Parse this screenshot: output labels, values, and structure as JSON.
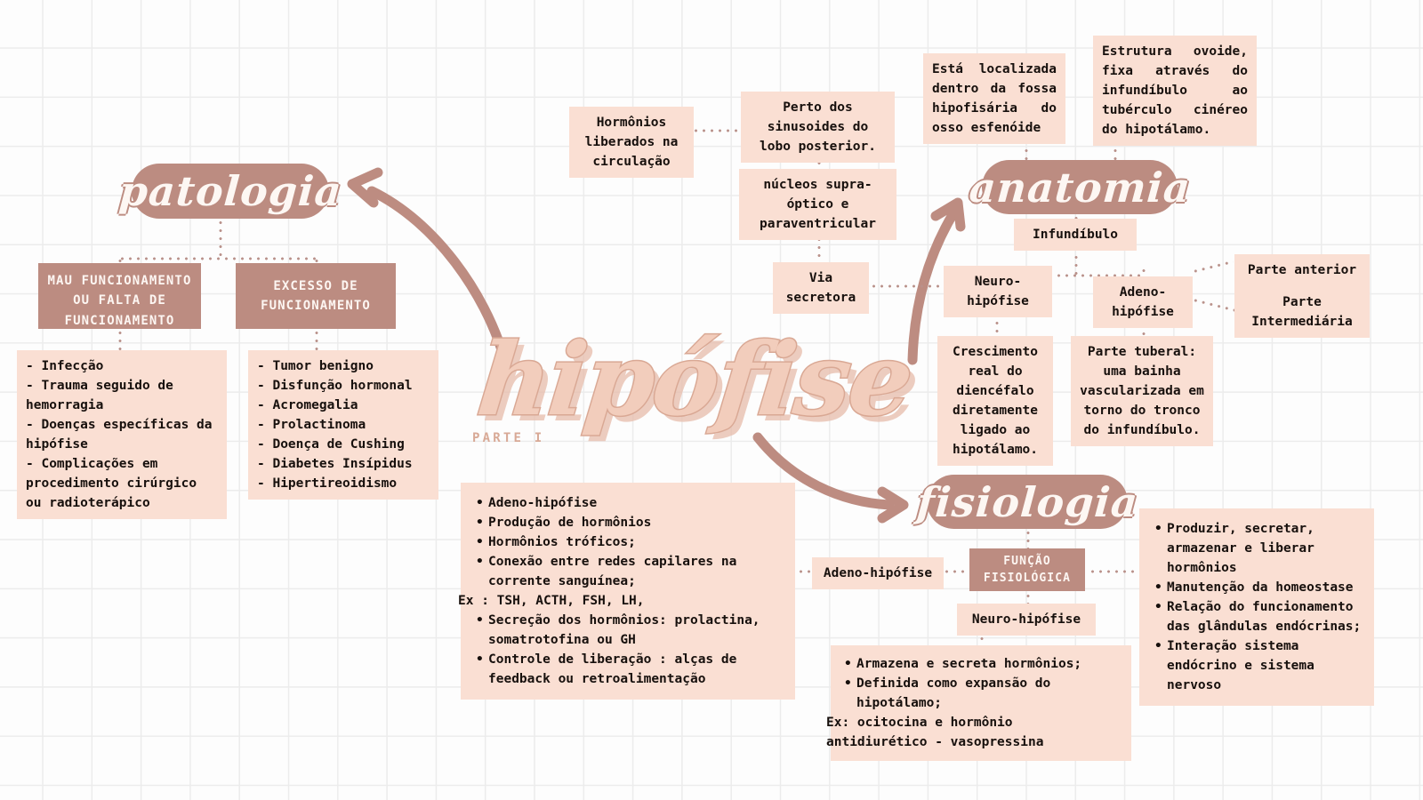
{
  "title": {
    "main": "hipófise",
    "subtitle": "PARTE I"
  },
  "branches": {
    "patologia": "patologia",
    "anatomia": "anatomia",
    "fisiologia": "fisiologia"
  },
  "colors": {
    "dark_mauve": "#bc8c81",
    "light_pink": "#fadfd3",
    "title_fill": "#f2cdbc",
    "title_stroke": "#d9a894",
    "grid_line": "#ececec",
    "text_dark": "#17100d"
  },
  "patologia": {
    "cat_mau": "MAU FUNCIONAMENTO OU FALTA DE FUNCIONAMENTO",
    "cat_excesso": "EXCESSO DE FUNCIONAMENTO",
    "mau_items": [
      "- Infecção",
      "- Trauma seguido de hemorragia",
      "- Doenças específicas da hipófise",
      "- Complicações em procedimento cirúrgico ou radioterápico"
    ],
    "excesso_items": [
      "- Tumor benigno",
      "- Disfunção hormonal",
      "- Acromegalia",
      "- Prolactinoma",
      "- Doença de Cushing",
      "- Diabetes Insípidus",
      "- Hipertireoidismo"
    ]
  },
  "neuro_chain": {
    "hormonios": "Hormônios liberados na circulação",
    "perto": "Perto dos sinusoides do lobo posterior.",
    "nucleos": "núcleos supra-óptico e paraventricular",
    "via": "Via secretora"
  },
  "anatomia": {
    "localizada": "Está localizada dentro da fossa hipofisária do osso esfenóide",
    "estrutura": "Estrutura ovoide, fixa através do infundíbulo ao tubérculo cinéreo do hipotálamo.",
    "infundibulo": "Infundíbulo",
    "neurohipofise": "Neuro-hipófise",
    "adenohipofise": "Adeno-hipófise",
    "parte_anterior": "Parte anterior",
    "parte_intermediaria": "Parte Intermediária",
    "crescimento": "Crescimento real do diencéfalo diretamente ligado ao hipotálamo.",
    "tuberal": "Parte tuberal: uma bainha vascularizada em torno do tronco do infundíbulo."
  },
  "fisiologia": {
    "adeno_label": "Adeno-hipófise",
    "funcao": "FUNÇÃO FISIOLÓGICA",
    "neuro_label": "Neuro-hipófise",
    "adeno_details": {
      "bullets_top": [
        "Adeno-hipófise",
        "Produção de hormônios",
        "Hormônios tróficos;",
        "Conexão entre redes capilares na corrente sanguínea;"
      ],
      "ex_line": "Ex : TSH, ACTH, FSH, LH,",
      "bullets_bottom": [
        "Secreção dos hormônios: prolactina, somatrotofina ou GH",
        "Controle de liberação : alças de feedback ou retroalimentação"
      ]
    },
    "neuro_details": {
      "bullets": [
        "Armazena e secreta hormônios;",
        "Definida como expansão do hipotálamo;"
      ],
      "ex_line": "Ex: ocitocina e hormônio antidiurético - vasopressina"
    },
    "funcoes": [
      " Produzir, secretar, armazenar e liberar hormônios",
      "Manutenção da homeostase",
      "Relação do funcionamento das glândulas endócrinas;",
      "Interação sistema endócrino e sistema nervoso"
    ]
  }
}
